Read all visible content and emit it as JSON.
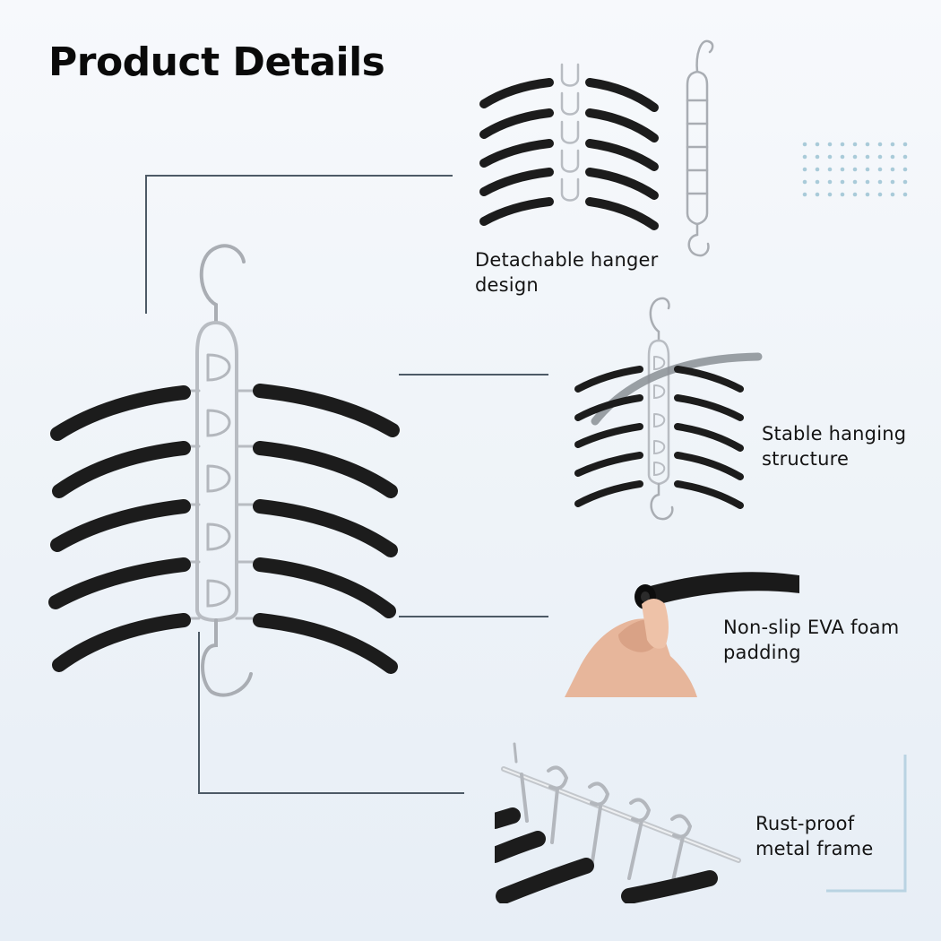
{
  "page": {
    "title": "Product Details"
  },
  "features": [
    {
      "line1": "Detachable hanger",
      "line2": "design"
    },
    {
      "line1": "Stable hanging",
      "line2": "structure"
    },
    {
      "line1": "Non-slip EVA foam",
      "line2": "padding"
    },
    {
      "line1": "Rust-proof",
      "line2": "metal frame"
    }
  ],
  "colors": {
    "background": "#eef3f8",
    "foam": "#1c1c1c",
    "metal": "#b8bcc2",
    "connector_line": "#4d5a66",
    "dot_pattern": "#a9cbd9",
    "accent_frame": "#b9d3e2"
  }
}
